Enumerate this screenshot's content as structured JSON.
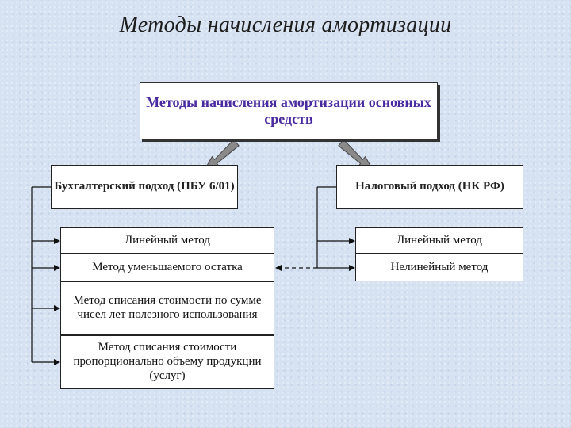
{
  "slide": {
    "title": "Методы начисления амортизации"
  },
  "diagram": {
    "root": "Методы начисления амортизации основных средств",
    "accounting": {
      "label": "Бухгалтерский подход (ПБУ 6/01)",
      "methods": [
        "Линейный метод",
        "Метод уменьшаемого остатка",
        "Метод списания стоимости по сумме чисел лет полезного использования",
        "Метод списания стоимости пропорционально объему продукции (услуг)"
      ]
    },
    "tax": {
      "label": "Налоговый подход (НК РФ)",
      "methods": [
        "Линейный метод",
        "Нелинейный метод"
      ]
    }
  },
  "colors": {
    "background": "#d6e2f2",
    "root_text": "#4a2aa0",
    "arrow_fill": "#8a8a8a"
  }
}
